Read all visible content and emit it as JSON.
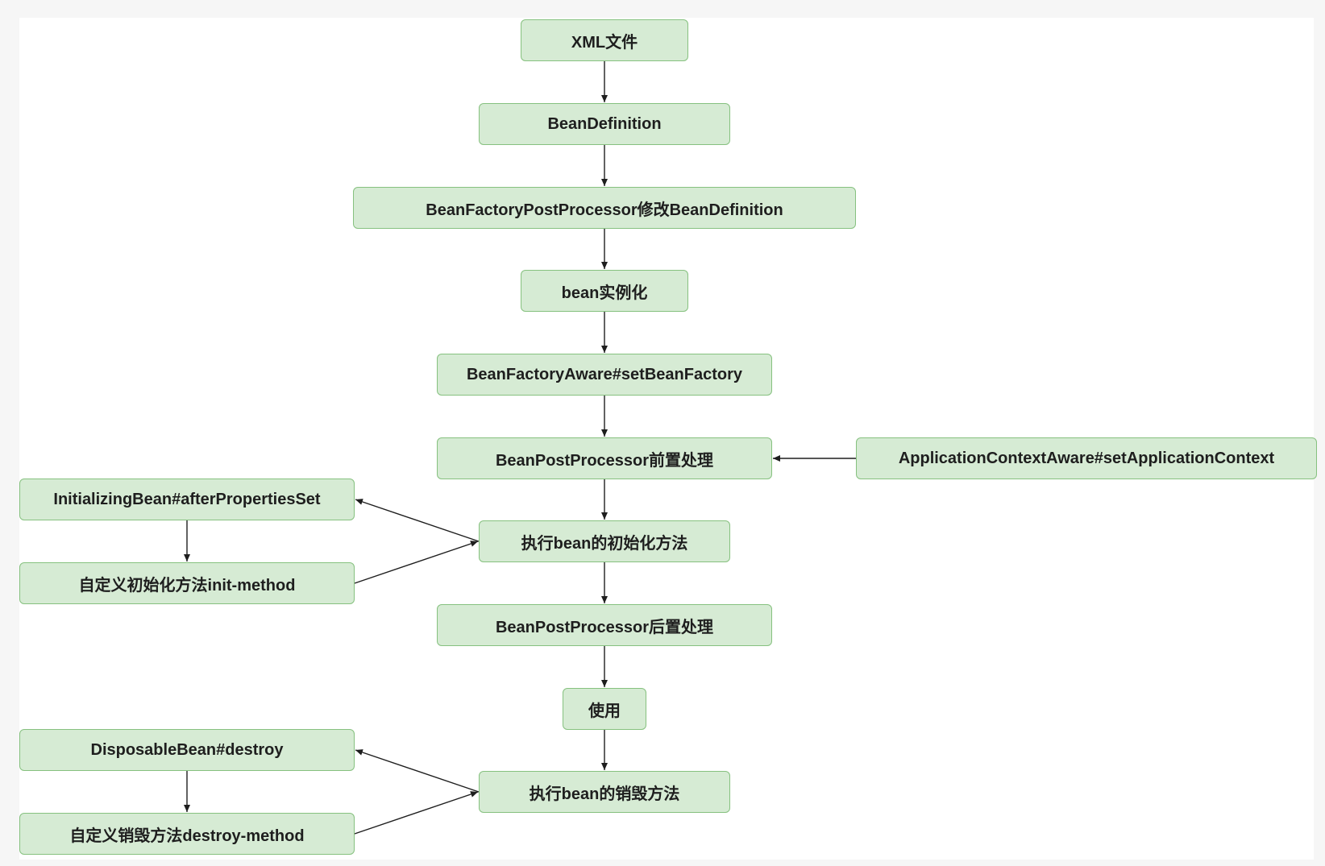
{
  "nodes": {
    "xml_file": "XML文件",
    "bean_definition": "BeanDefinition",
    "bfpp_modify": "BeanFactoryPostProcessor修改BeanDefinition",
    "bean_instantiate": "bean实例化",
    "bean_factory_aware": "BeanFactoryAware#setBeanFactory",
    "bpp_before": "BeanPostProcessor前置处理",
    "application_context_aware": "ApplicationContextAware#setApplicationContext",
    "exec_init": "执行bean的初始化方法",
    "initializing_bean": "InitializingBean#afterPropertiesSet",
    "custom_init": "自定义初始化方法init-method",
    "bpp_after": "BeanPostProcessor后置处理",
    "use": "使用",
    "exec_destroy": "执行bean的销毁方法",
    "disposable_bean": "DisposableBean#destroy",
    "custom_destroy": "自定义销毁方法destroy-method"
  },
  "colors": {
    "node_fill": "#d6ebd4",
    "node_border": "#86c17f",
    "edge": "#1e1e1e"
  }
}
